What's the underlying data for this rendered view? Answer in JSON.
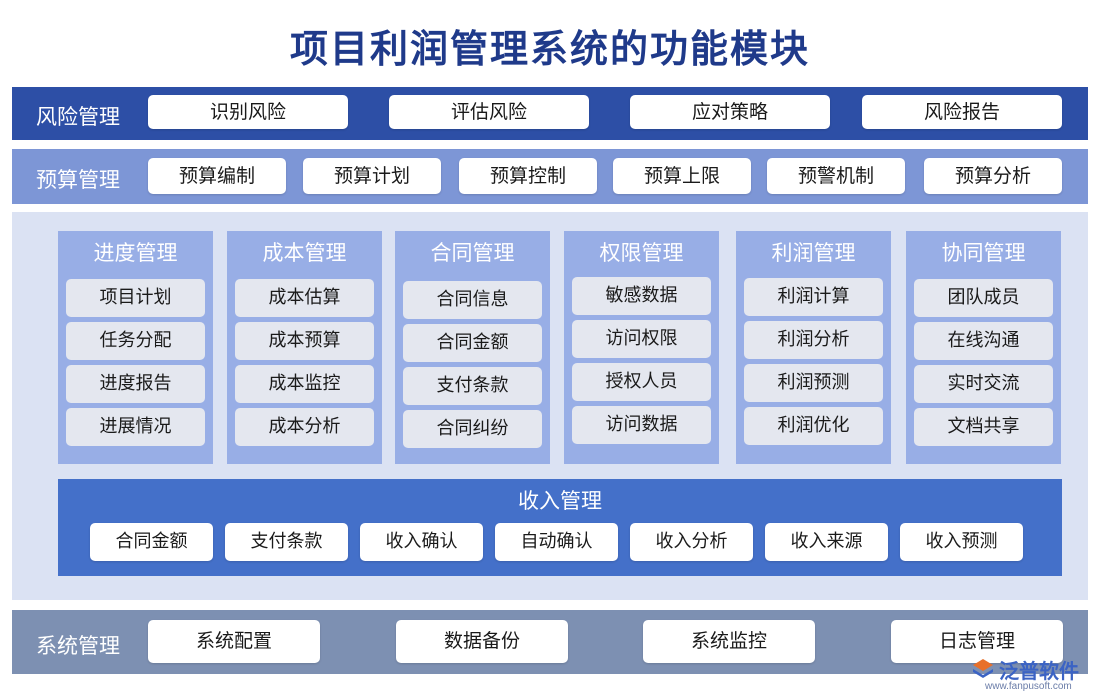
{
  "title": "项目利润管理系统的功能模块",
  "risk": {
    "label": "风险管理",
    "items": [
      "识别风险",
      "评估风险",
      "应对策略",
      "风险报告"
    ]
  },
  "budget": {
    "label": "预算管理",
    "items": [
      "预算编制",
      "预算计划",
      "预算控制",
      "预算上限",
      "预警机制",
      "预算分析"
    ]
  },
  "modules": [
    {
      "title": "进度管理",
      "items": [
        "项目计划",
        "任务分配",
        "进度报告",
        "进展情况"
      ]
    },
    {
      "title": "成本管理",
      "items": [
        "成本估算",
        "成本预算",
        "成本监控",
        "成本分析"
      ]
    },
    {
      "title": "合同管理",
      "items": [
        "合同信息",
        "合同金额",
        "支付条款",
        "合同纠纷"
      ]
    },
    {
      "title": "权限管理",
      "items": [
        "敏感数据",
        "访问权限",
        "授权人员",
        "访问数据"
      ]
    },
    {
      "title": "利润管理",
      "items": [
        "利润计算",
        "利润分析",
        "利润预测",
        "利润优化"
      ]
    },
    {
      "title": "协同管理",
      "items": [
        "团队成员",
        "在线沟通",
        "实时交流",
        "文档共享"
      ]
    }
  ],
  "income": {
    "title": "收入管理",
    "items": [
      "合同金额",
      "支付条款",
      "收入确认",
      "自动确认",
      "收入分析",
      "收入来源",
      "收入预测"
    ]
  },
  "system": {
    "label": "系统管理",
    "items": [
      "系统配置",
      "数据备份",
      "系统监控",
      "日志管理"
    ]
  },
  "watermark": {
    "brand": "泛普软件",
    "url": "www.fanpusoft.com",
    "icon": "fanpu-logo-icon"
  }
}
